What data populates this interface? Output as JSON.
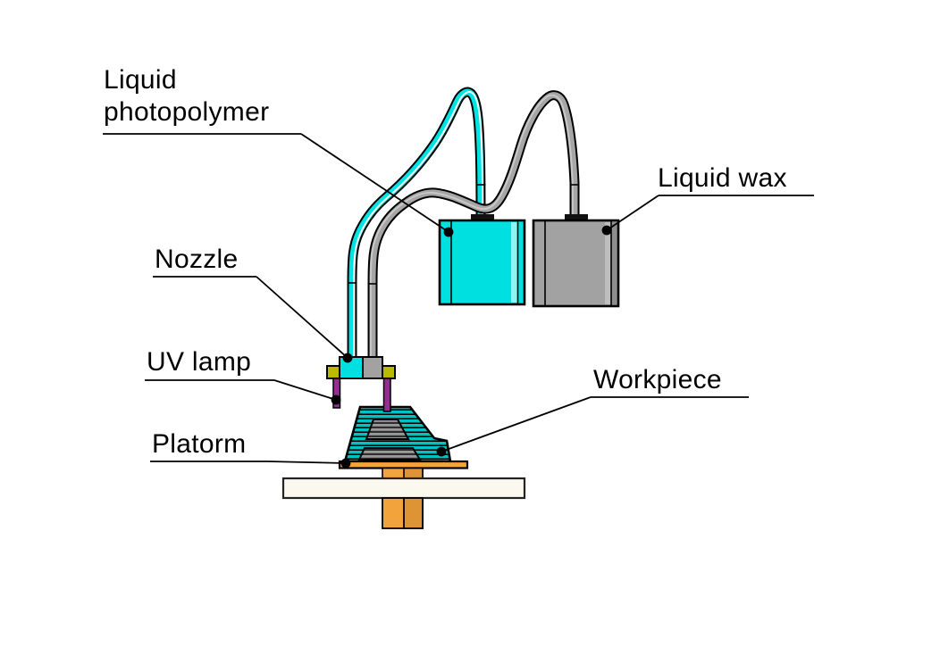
{
  "diagram": {
    "labels": {
      "photopolymer_line1": "Liquid",
      "photopolymer_line2": "photopolymer",
      "wax": "Liquid wax",
      "nozzle": "Nozzle",
      "uv_lamp": "UV lamp",
      "platform": "Platorm",
      "workpiece": "Workpiece"
    },
    "colors": {
      "photopolymer-cyan": "#00E0E0",
      "tube-cyan": "#00E3E3",
      "wax-gray": "#A2A2A2",
      "tube-gray": "#A6A6A6",
      "tube-highlight": "#FFFFFF",
      "tube-gray-highlight": "#C9C9C9",
      "uv-lamp-purple": "#932E93",
      "lamp-mount-yellow": "#B9B900",
      "platform-orange": "#F2A33C",
      "platform-orange-dark": "#DE9434",
      "table-white": "#FBF8EF",
      "workpiece-teal": "#00C2C2",
      "layer-line-black": "#000000",
      "support-gray-light": "#9A9A9A",
      "support-gray-dark": "#2E2E2E",
      "outline": "#000000"
    }
  }
}
